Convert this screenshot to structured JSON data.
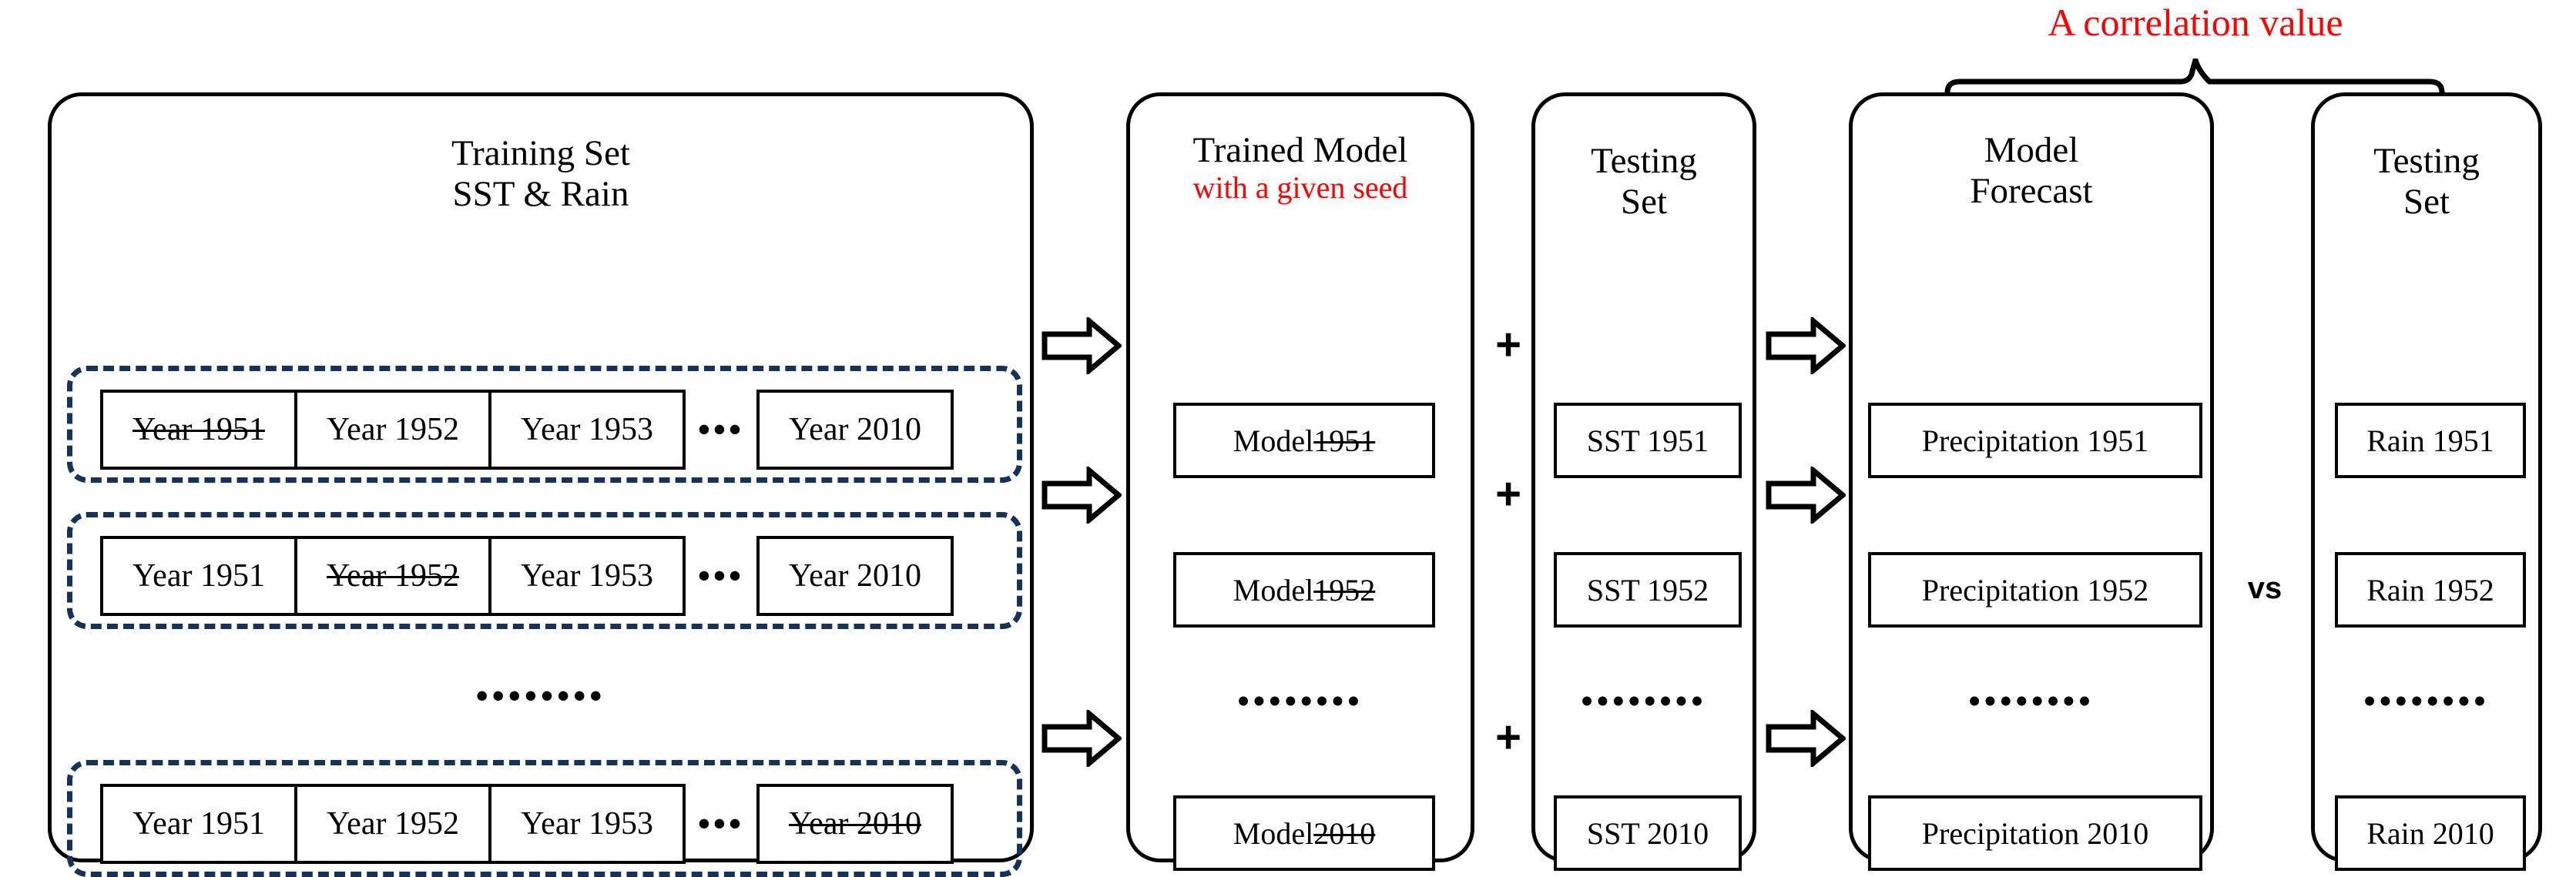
{
  "annotation": {
    "correlation_label": "A correlation value",
    "color": "#ff0000"
  },
  "columns": {
    "training": {
      "title_line1": "Training Set",
      "title_line2": "SST & Rain",
      "ellipsis": "••••••••",
      "rows": [
        {
          "cells": [
            "Year 1951",
            "Year 1952",
            "Year 1953",
            "Year 2010"
          ],
          "gap": "•••",
          "struck_index": 0
        },
        {
          "cells": [
            "Year 1951",
            "Year 1952",
            "Year 1953",
            "Year 2010"
          ],
          "gap": "•••",
          "struck_index": 1
        },
        {
          "cells": [
            "Year 1951",
            "Year 1952",
            "Year 1953",
            "Year 2010"
          ],
          "gap": "•••",
          "struck_index": 3
        }
      ]
    },
    "trained_model": {
      "title_line1": "Trained Model",
      "title_sub_red": "with a given seed",
      "ellipsis": "••••••••",
      "items": [
        {
          "prefix": "Model",
          "struck": "1951"
        },
        {
          "prefix": "Model",
          "struck": "1952"
        },
        {
          "prefix": "Model",
          "struck": "2010"
        }
      ]
    },
    "testing_sst": {
      "title_line1": "Testing",
      "title_line2": "Set",
      "ellipsis": "••••••••",
      "items": [
        "SST 1951",
        "SST 1952",
        "SST 2010"
      ],
      "plus": "+"
    },
    "model_forecast": {
      "title_line1": "Model",
      "title_line2": "Forecast",
      "ellipsis": "••••••••",
      "items": [
        "Precipitation 1951",
        "Precipitation 1952",
        "Precipitation 2010"
      ]
    },
    "testing_rain": {
      "title_line1": "Testing",
      "title_line2": "Set",
      "ellipsis": "••••••••",
      "items": [
        "Rain 1951",
        "Rain 1952",
        "Rain 2010"
      ]
    }
  },
  "compare": {
    "vs_label": "vs"
  },
  "colors": {
    "stroke": "#000000",
    "dashed_row_border": "#14335c",
    "accent_red": "#ff0000",
    "background": "#ffffff"
  }
}
